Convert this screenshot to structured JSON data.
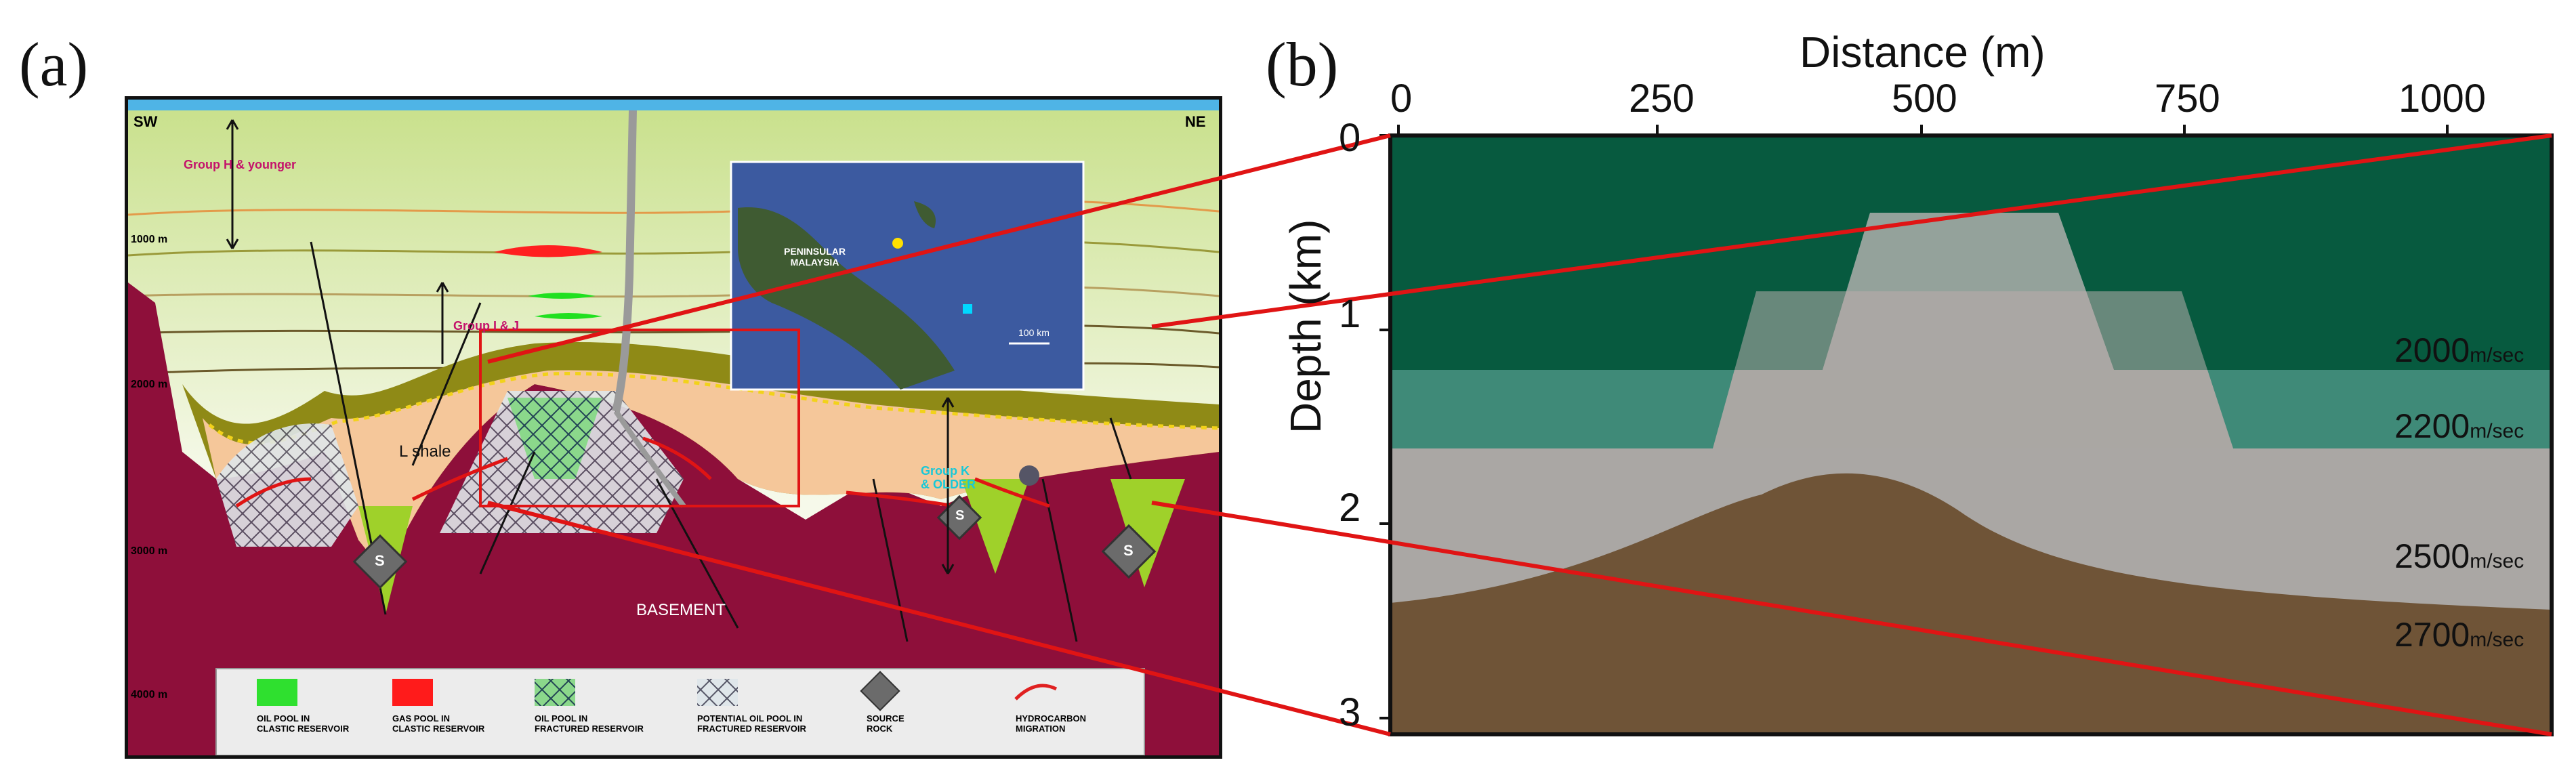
{
  "panel_a": {
    "label": "(a)",
    "corner_left": "SW",
    "corner_right": "NE",
    "group_h": "Group H & younger",
    "group_ij": "Group I & J",
    "group_k_line1": "Group K",
    "group_k_line2": "& OLDER",
    "l_shale": "L shale",
    "basement": "BASEMENT",
    "depth_marks": [
      "1000 m",
      "2000 m",
      "3000 m",
      "4000 m"
    ],
    "source_symbol": "S",
    "inset_map": {
      "label_line1": "PENINSULAR",
      "label_line2": "MALAYSIA",
      "scale": "100 km"
    },
    "legend": [
      {
        "line1": "OIL POOL IN",
        "line2": "CLASTIC RESERVOIR",
        "color": "#2fe02f"
      },
      {
        "line1": "GAS POOL IN",
        "line2": "CLASTIC RESERVOIR",
        "color": "#ff1b1b"
      },
      {
        "line1": "OIL POOL IN",
        "line2": "FRACTURED RESERVOIR",
        "color": "#55c255"
      },
      {
        "line1": "POTENTIAL OIL POOL IN",
        "line2": "FRACTURED RESERVOIR",
        "color": "#c9d6dd"
      },
      {
        "line1": "SOURCE",
        "line2": "ROCK",
        "color": "#6b6b6b"
      },
      {
        "line1": "HYDROCARBON",
        "line2": "MIGRATION",
        "color": "#e02020"
      }
    ]
  },
  "panel_b": {
    "label": "(b)",
    "title": "Distance (m)",
    "ylabel": "Depth (km)",
    "x_ticks": [
      "0",
      "250",
      "500",
      "750",
      "1000"
    ],
    "y_ticks": [
      "0",
      "1",
      "2",
      "3"
    ],
    "layers": [
      {
        "value": "2000",
        "unit": "m/sec",
        "color": "#075a3f"
      },
      {
        "value": "2200",
        "unit": "m/sec",
        "color": "#3f8a78"
      },
      {
        "value": "2500",
        "unit": "m/sec",
        "color": "#aaa7a4"
      },
      {
        "value": "2700",
        "unit": "m/sec",
        "color": "#6f5437"
      }
    ]
  },
  "connector_color": "#e01414"
}
